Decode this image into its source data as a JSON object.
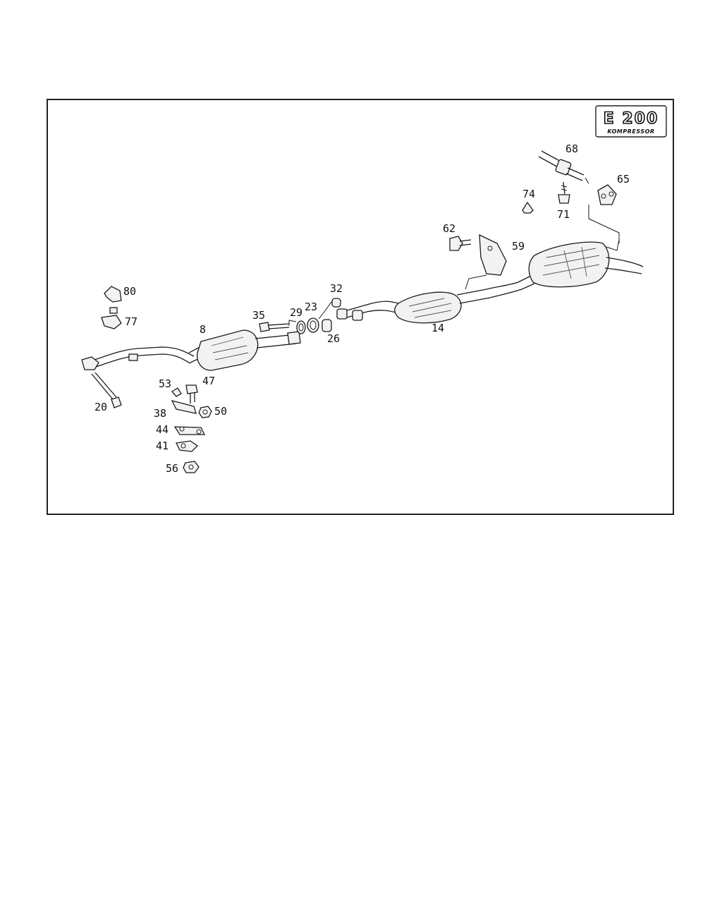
{
  "badge": {
    "model": "E 200",
    "variant": "KOMPRESSOR"
  },
  "callouts": {
    "c8": "8",
    "c14": "14",
    "c20": "20",
    "c23": "23",
    "c26": "26",
    "c29": "29",
    "c32": "32",
    "c35": "35",
    "c38": "38",
    "c41": "41",
    "c44": "44",
    "c47": "47",
    "c50": "50",
    "c53": "53",
    "c56": "56",
    "c59": "59",
    "c62": "62",
    "c65": "65",
    "c68": "68",
    "c71": "71",
    "c74": "74",
    "c77": "77",
    "c80": "80"
  }
}
